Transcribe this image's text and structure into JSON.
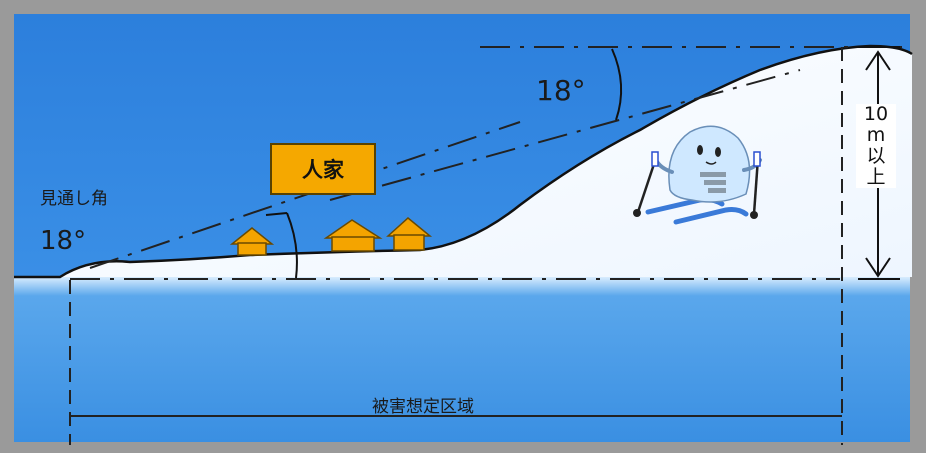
{
  "labels": {
    "house": "人家",
    "sight_angle": "見通し角",
    "angle_left": "18°",
    "angle_top": "18°",
    "height_lines": [
      "10",
      "m",
      "以",
      "上"
    ],
    "damage_zone": "被害想定区域"
  },
  "colors": {
    "sky": "#2f84dc",
    "snow": "#ffffff",
    "ground_blue": "#3d8fe0",
    "house_fill": "#f4a400",
    "tag_fill": "#f5a800"
  },
  "icons": [
    "house-icon",
    "ski-mascot-icon",
    "ski-pole-icon",
    "up-arrow-icon",
    "down-arrow-icon"
  ]
}
